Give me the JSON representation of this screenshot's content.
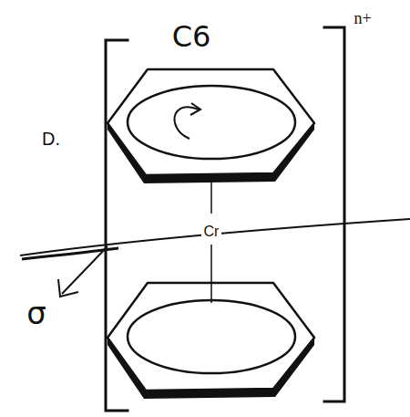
{
  "diagram": {
    "labels": [
      "D.",
      "C6",
      "n+",
      "Cr",
      "σ"
    ]
  }
}
